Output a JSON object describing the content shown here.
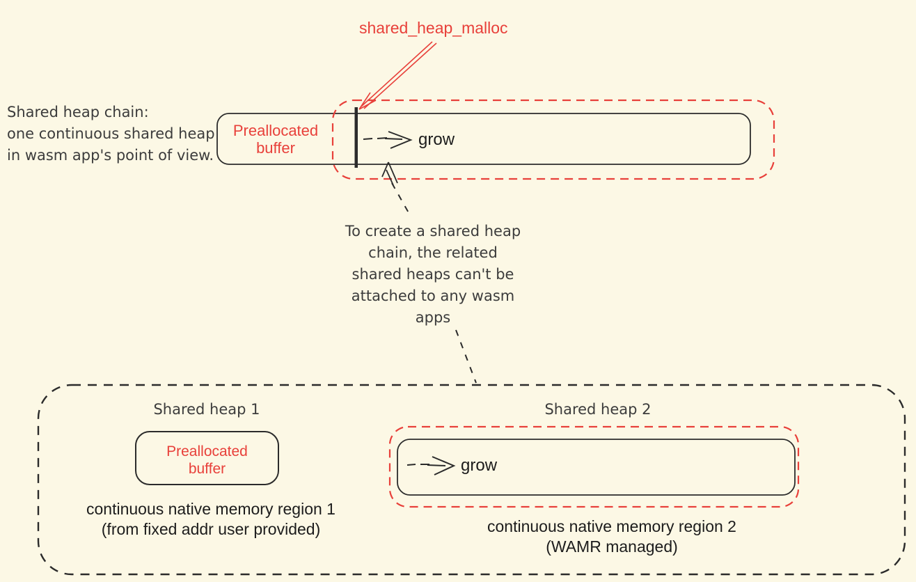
{
  "palette": {
    "bg": "#fcf8e5",
    "red": "#e8403a",
    "ink": "#2b2b2b",
    "text_dark": "#3c3c3c",
    "caption": "#1c1c1c"
  },
  "top": {
    "malloc_label": "shared_heap_malloc",
    "chain_note": "Shared heap chain:\none continuous shared heap\nin wasm app's point of view.",
    "preallocated_label": "Preallocated\nbuffer",
    "grow_label": "grow",
    "attach_note": "To create a shared heap\nchain, the related\nshared heaps can't be\nattached to any wasm\napps"
  },
  "bottom": {
    "heap1": {
      "title": "Shared heap 1",
      "box_label": "Preallocated\nbuffer",
      "caption": "continuous native memory region 1\n(from fixed addr user provided)"
    },
    "heap2": {
      "title": "Shared heap 2",
      "grow_label": "grow",
      "caption": "continuous native memory region 2\n(WAMR managed)"
    }
  }
}
